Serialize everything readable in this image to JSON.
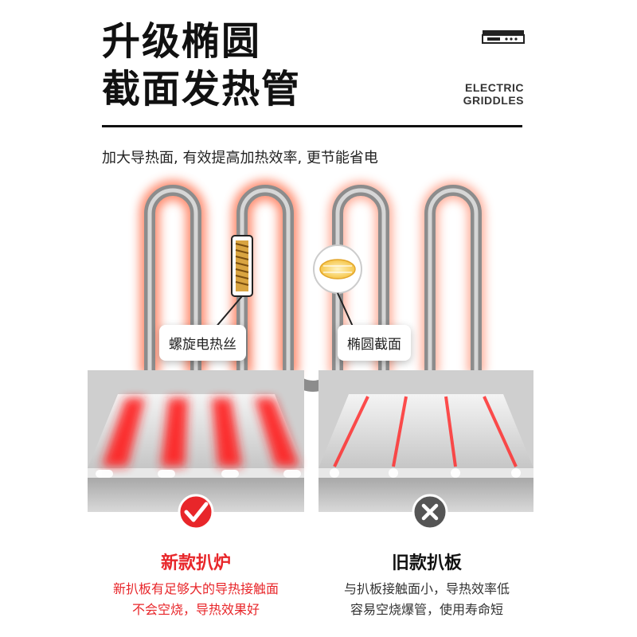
{
  "header": {
    "title_line1": "升级椭圆",
    "title_line2": "截面发热管",
    "brand_line1": "ELECTRIC",
    "brand_line2": "GRIDDLES",
    "subtitle": "加大导热面, 有效提高加热效率, 更节能省电"
  },
  "callouts": {
    "left": "螺旋电热丝",
    "right": "椭圆截面"
  },
  "new_product": {
    "title": "新款扒炉",
    "line1": "新扒板有足够大的导热接触面",
    "line2": "不会空烧，导热效果好",
    "badge_icon": "check-icon"
  },
  "old_product": {
    "title": "旧款扒板",
    "line1": "与扒板接触面小，导热效率低",
    "line2": "容易空烧爆管，使用寿命短",
    "badge_icon": "close-icon"
  },
  "colors": {
    "accent_red": "#e8262a",
    "glow_red": "#ff5a3c",
    "tube_gray": "#9a9a9a",
    "plate_gray": "#c8c8c8",
    "text_dark": "#111111"
  }
}
